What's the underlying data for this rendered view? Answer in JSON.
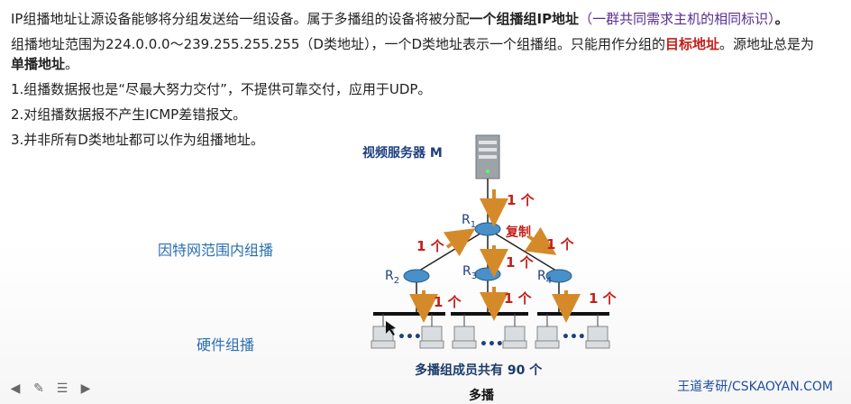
{
  "content": {
    "p1_a": "IP组播地址让源设备能够将分组发送给一组设备。属于多播组的设备将被分配",
    "p1_b": "一个组播组IP地址",
    "p1_c": "（一群共同需求主机的相同标识）",
    "p1_d": "。",
    "p2_a": "组播地址范围为224.0.0.0～239.255.255.255（D类地址），一个D类地址表示一个组播组。只能用作分组的",
    "p2_b": "目标地址",
    "p2_c": "。源地址总是为",
    "p2_d": "单播地址",
    "p2_e": "。",
    "items": [
      "1.组播数据报也是“尽最大努力交付”，不提供可靠交付，应用于UDP。",
      "2.对组播数据报不产生ICMP差错报文。",
      "3.并非所有D类地址都可以作为组播地址。"
    ]
  },
  "labels": {
    "internet": "因特网范围内组播",
    "hardware": "硬件组播"
  },
  "diagram": {
    "server": "视频服务器 M",
    "r1": "R",
    "r1_sub": "1",
    "r2": "R",
    "r2_sub": "2",
    "r3": "R",
    "r3_sub": "3",
    "r4": "R",
    "r4_sub": "4",
    "copy": "复制",
    "one": "1 个",
    "dots": "•••",
    "members": "多播组成员共有 90 个",
    "caption": "多播"
  },
  "footer": {
    "brand": "王道考研/CSKAOYAN.COM"
  },
  "colors": {
    "accent_red": "#c0201a",
    "purple": "#5a2d91",
    "blue": "#2a6fb0",
    "arrow": "#d58a2a"
  }
}
